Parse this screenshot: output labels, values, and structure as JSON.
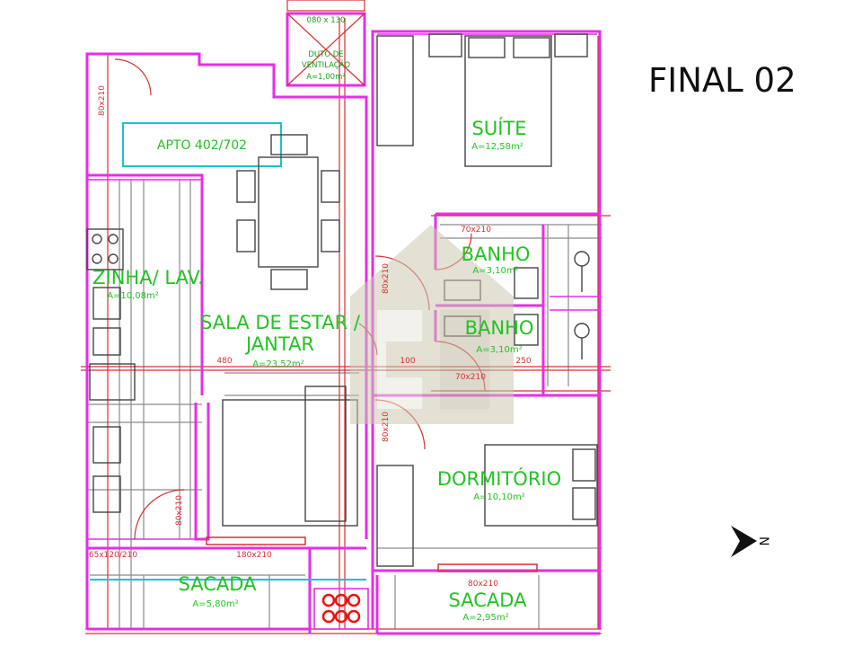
{
  "header": {
    "title": "FINAL 02"
  },
  "north_arrow": {
    "label": "N"
  },
  "unit_label": "APTO 402/702",
  "colors": {
    "walls": "#e62ee6",
    "room_text": "#22c322",
    "dimensions": "#d83030",
    "furniture": "#8a8a8a",
    "watermark": "#cdc7b2"
  },
  "rooms": {
    "suite": {
      "name": "SUÍTE",
      "area": "A=12,58m²"
    },
    "banho1": {
      "name": "BANHO",
      "area": "A=3,10m²"
    },
    "banho2": {
      "name": "BANHO",
      "area": "A=3,10m²"
    },
    "cozinha": {
      "name": "ZINHA/ LAV.",
      "area": "A=10,08m²"
    },
    "sala": {
      "name_line1": "SALA DE ESTAR /",
      "name_line2": "JANTAR",
      "area": "A=23,52m²"
    },
    "dormitorio": {
      "name": "DORMITÓRIO",
      "area": "A=10,10m²"
    },
    "sacada1": {
      "name": "SACADA",
      "area": "A=5,80m²"
    },
    "sacada2": {
      "name": "SACADA",
      "area": "A=2,95m²"
    }
  },
  "duct": {
    "line1": "DUTO DE",
    "line2": "VENTILAÇÃO",
    "area": "A=1,00m²",
    "dim": "080 x 130"
  },
  "dims": {
    "door_entry": "80x210",
    "door_suite_bath": "70x210",
    "door_bath2": "70x210",
    "door_hall_1": "80x210",
    "door_hall_2": "80x210",
    "door_kitchen": "80x210",
    "window_sacada1": "180x210",
    "window_sacada1b": "65x120/210",
    "window_sacada2": "80x210",
    "hall_a": "480",
    "hall_b": "100",
    "hall_c": "250"
  }
}
